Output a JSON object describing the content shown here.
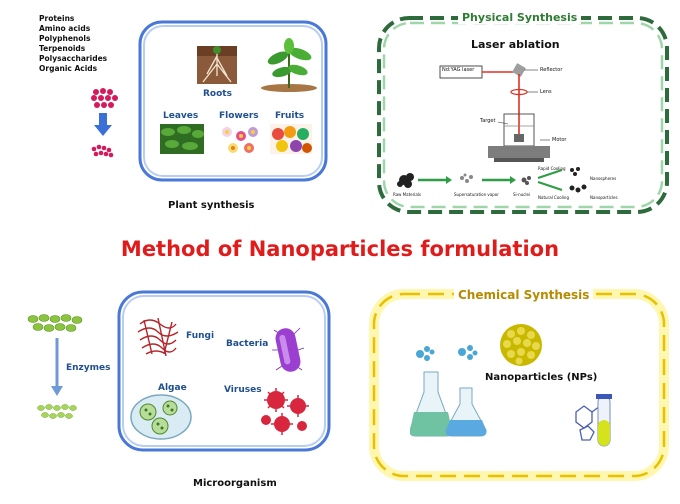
{
  "plant": {
    "compounds": [
      "Proteins",
      "Amino acids",
      "Polyphenols",
      "Terpenoids",
      "Polysaccharides",
      "Organic Acids"
    ],
    "roots": "Roots",
    "leaves": "Leaves",
    "flowers": "Flowers",
    "fruits": "Fruits",
    "caption": "Plant synthesis"
  },
  "physical": {
    "title": "Physical Synthesis",
    "subtitle": "Laser ablation",
    "laser": "Nd:YAG laser",
    "reflector": "Reflector",
    "lens": "Lens",
    "target": "Target",
    "motor": "Motor",
    "raw": "Raw Materials",
    "vapor": "Supersaturation vapor",
    "nuclei": "Si-nuclei",
    "rapid": "Rapid Cooling",
    "natural": "Natural Cooling",
    "nanospheres": "Nanospheres",
    "nanoparticles": "Nanoparticles"
  },
  "main_title": "Method of Nanoparticles formulation",
  "micro": {
    "enzymes": "Enzymes",
    "fungi": "Fungi",
    "bacteria": "Bacteria",
    "algae": "Algae",
    "viruses": "Viruses",
    "caption": "Microorganism"
  },
  "chemical": {
    "title": "Chemical Synthesis",
    "nps": "Nanoparticles (NPs)"
  },
  "colors": {
    "plant_box": "#4a78d6",
    "phys_box": "#2e6b3c",
    "chem_box": "#e8c000",
    "title": "#e01b1b",
    "arrow_blue": "#3a6fd8"
  }
}
